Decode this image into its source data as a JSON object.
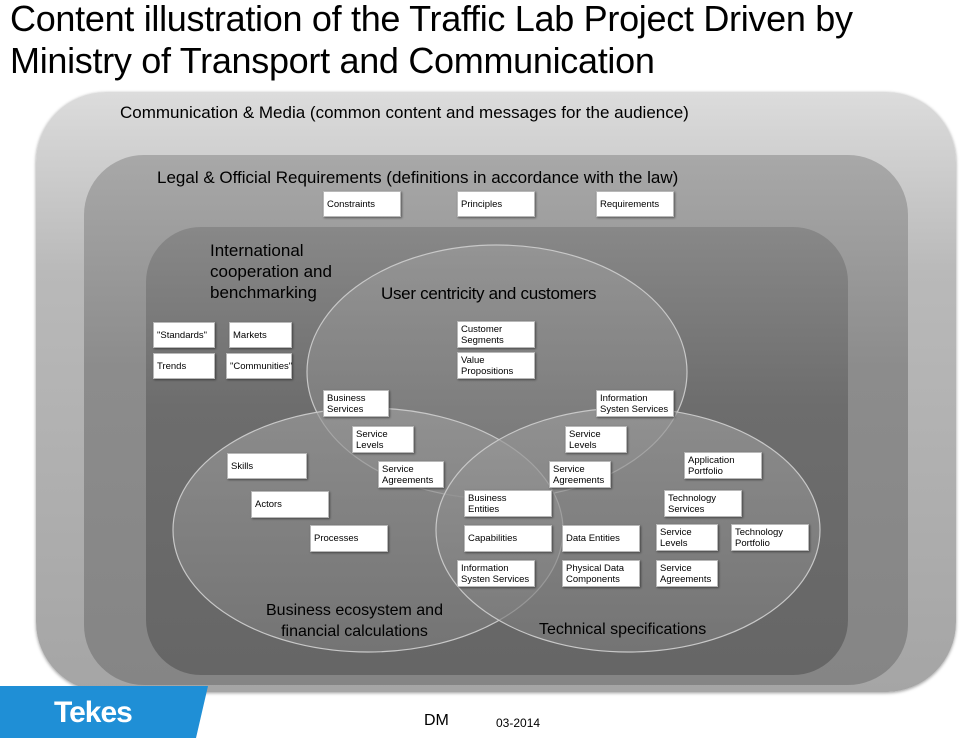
{
  "title": "Content illustration of the Traffic Lab Project Driven by Ministry of Transport and Communication",
  "layers": {
    "media": "Communication & Media (common content and messages for the audience)",
    "legal": "Legal & Official Requirements (definitions in accordance with the law)",
    "intl_line1": "International",
    "intl_line2": "cooperation and",
    "intl_line3": "benchmarking"
  },
  "circles": {
    "top": "User centricity and customers",
    "left_line1": "Business ecosystem and",
    "left_line2": "financial calculations",
    "right": "Technical specifications"
  },
  "legal_boxes": [
    "Constraints",
    "Principles",
    "Requirements"
  ],
  "intl_boxes": [
    "\"Standards\"",
    "Markets",
    "Trends",
    "\"Communities\""
  ],
  "user_boxes": [
    "Customer\nSegments",
    "Value\nPropositions"
  ],
  "overlap_boxes": [
    "Business\nServices",
    "Information\nSysten Services",
    "Service\nLevels",
    "Service\nAgreements",
    "Service\nLevels",
    "Service\nAgreements",
    "Business\nEntities",
    "Information\nSysten Services"
  ],
  "business_boxes": [
    "Skills",
    "Actors",
    "Processes",
    "Capabilities"
  ],
  "tech_boxes": [
    "Application\nPortfolio",
    "Technology\nServices",
    "Data Entities",
    "Service\nLevels",
    "Technology\nPortfolio",
    "Physical Data\nComponents",
    "Service\nAgreements"
  ],
  "footer": {
    "author": "DM",
    "date": "03-2014",
    "logo_text": "Tekes"
  },
  "colors": {
    "logo_blue": "#1f8fd6",
    "layer_outer": "#b9b9b9",
    "layer_mid": "#8c8c8c",
    "layer_inner": "#6d6d6d"
  }
}
